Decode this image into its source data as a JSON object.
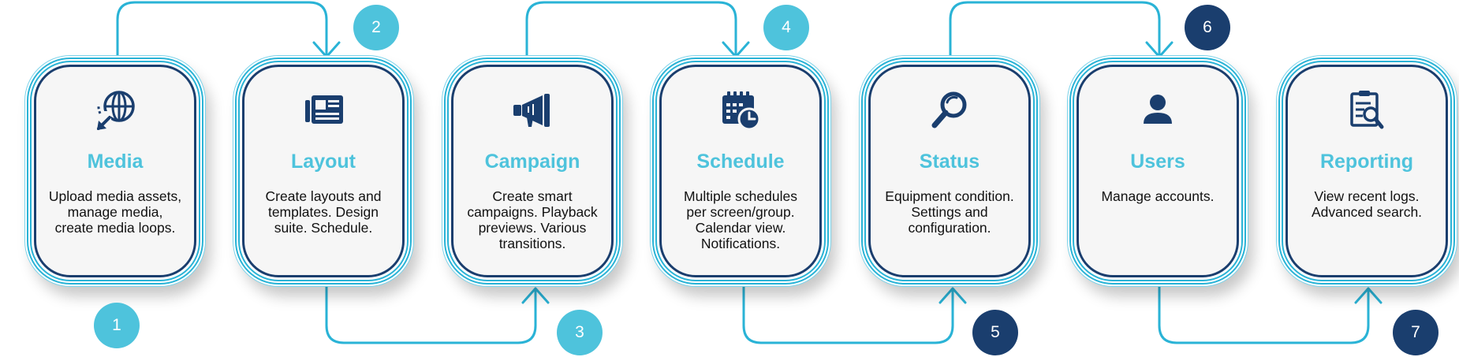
{
  "colors": {
    "accent": "#4ec3dc",
    "dark": "#1a3e6e",
    "connector": "#2ab3d6",
    "card_bg": "#f6f6f6"
  },
  "steps": [
    {
      "number": "1",
      "title": "Media",
      "description": "Upload media assets, manage media, create media loops.",
      "icon": "globe-arrow-icon",
      "badge_color": "#4ec3dc"
    },
    {
      "number": "2",
      "title": "Layout",
      "description": "Create layouts and templates. Design suite. Schedule.",
      "icon": "newspaper-icon",
      "badge_color": "#4ec3dc"
    },
    {
      "number": "3",
      "title": "Campaign",
      "description": "Create smart campaigns. Playback previews. Various transitions.",
      "icon": "megaphone-icon",
      "badge_color": "#4ec3dc"
    },
    {
      "number": "4",
      "title": "Schedule",
      "description": "Multiple schedules per screen/group. Calendar view. Notifications.",
      "icon": "calendar-clock-icon",
      "badge_color": "#4ec3dc"
    },
    {
      "number": "5",
      "title": "Status",
      "description": "Equipment condition. Settings and configuration.",
      "icon": "magnifier-icon",
      "badge_color": "#1a3e6e"
    },
    {
      "number": "6",
      "title": "Users",
      "description": "Manage accounts.",
      "icon": "user-icon",
      "badge_color": "#1a3e6e"
    },
    {
      "number": "7",
      "title": "Reporting",
      "description": "View recent logs. Advanced search.",
      "icon": "report-search-icon",
      "badge_color": "#1a3e6e"
    }
  ]
}
